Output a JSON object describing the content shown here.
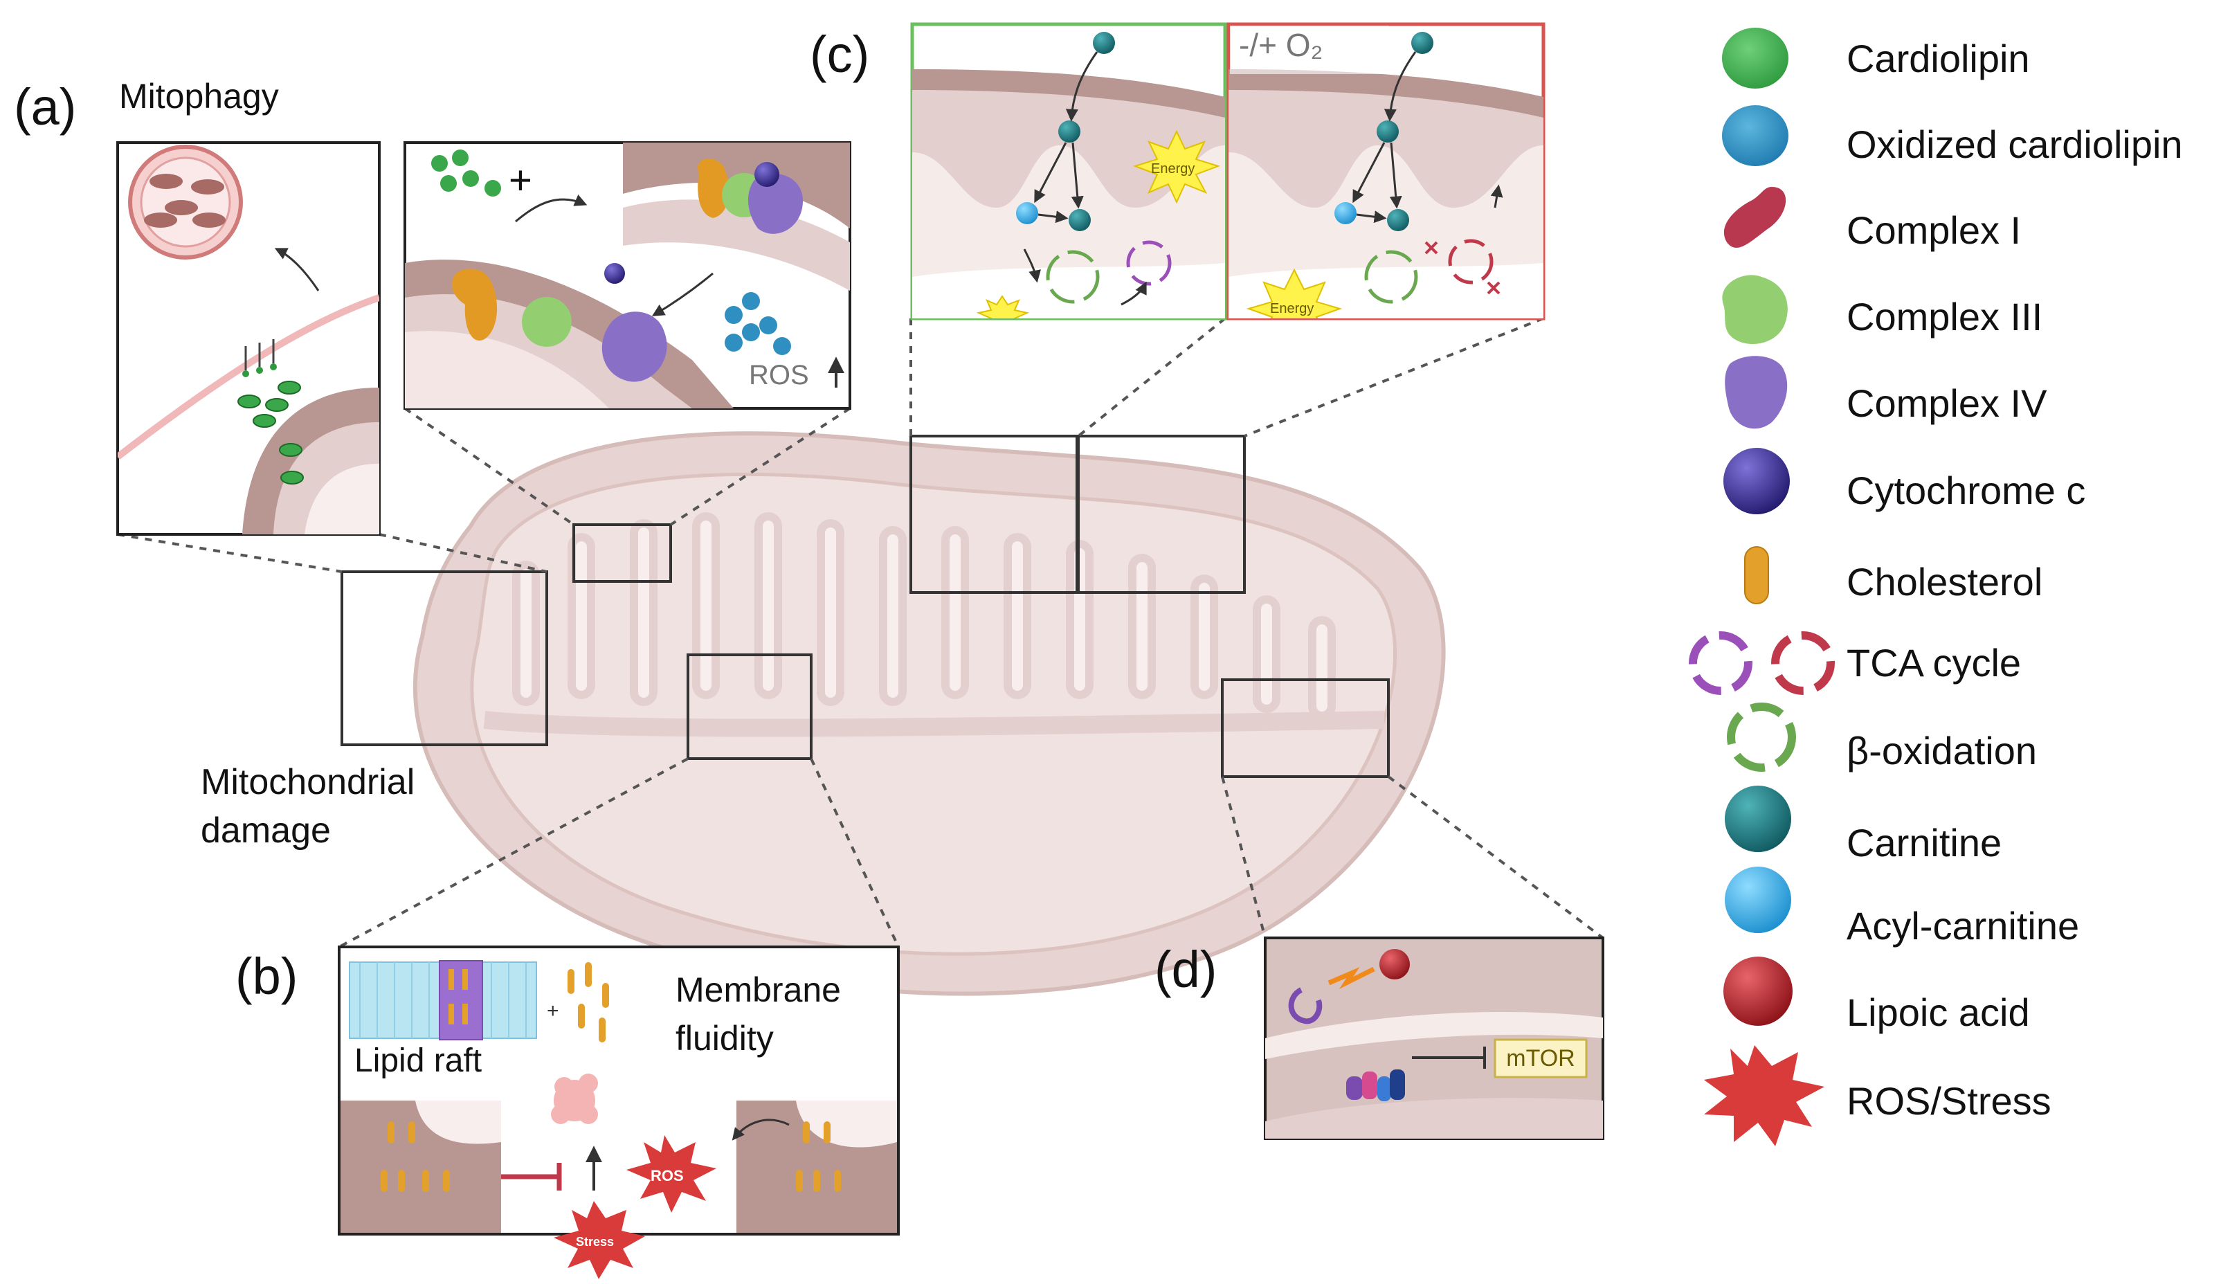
{
  "panels": {
    "a": {
      "letter": "(a)",
      "title": "Mitophagy",
      "ros": "ROS"
    },
    "b": {
      "letter": "(b)",
      "lipid_raft": "Lipid raft",
      "membrane_fluidity": "Membrane\nfluidity",
      "ros_tag": "ROS",
      "stress_tag": "Stress"
    },
    "c": {
      "letter": "(c)",
      "oxygen": "-/+ O₂",
      "energy": "Energy"
    },
    "d": {
      "letter": "(d)",
      "mtor": "mTOR"
    }
  },
  "mito_damage": "Mitochondrial\ndamage",
  "legend": [
    {
      "label": "Cardiolipin",
      "icon": "green-circle",
      "color": "#3aa84a"
    },
    {
      "label": "Oxidized cardiolipin",
      "icon": "blue-circle",
      "color": "#2f8fc0"
    },
    {
      "label": "Complex I",
      "icon": "red-bean",
      "color": "#b8384f"
    },
    {
      "label": "Complex III",
      "icon": "green-blob",
      "color": "#93cf70"
    },
    {
      "label": "Complex IV",
      "icon": "purple-blob",
      "color": "#8a6fc6"
    },
    {
      "label": "Cytochrome c",
      "icon": "navy-sphere",
      "color": "#3a2f8f"
    },
    {
      "label": "Cholesterol",
      "icon": "orange-capsule",
      "color": "#e3a02a"
    },
    {
      "label": "TCA cycle",
      "icon": "circular-arrows",
      "color": "#9b4fb8"
    },
    {
      "label": "β-oxidation",
      "icon": "green-circular-arrows",
      "color": "#6aa84f"
    },
    {
      "label": "Carnitine",
      "icon": "teal-sphere",
      "color": "#1d7b82"
    },
    {
      "label": "Acyl-carnitine",
      "icon": "sky-sphere",
      "color": "#34a9e0"
    },
    {
      "label": "Lipoic acid",
      "icon": "red-sphere",
      "color": "#b2222a"
    },
    {
      "label": "ROS/Stress",
      "icon": "red-star",
      "color": "#d93a3a"
    }
  ]
}
